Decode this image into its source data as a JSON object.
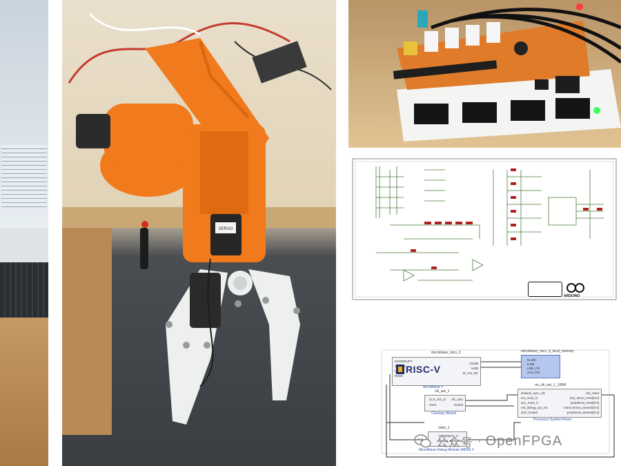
{
  "colors": {
    "arm_orange": "#f07a1c",
    "arm_white": "#eef0ef",
    "board_white": "#f4f4f2",
    "schematic_line": "#4a7a3a",
    "schematic_part": "#b02020",
    "block_blue": "#b6c7ef",
    "watermark_gray": "#8a8a8a"
  },
  "arm": {
    "servo_label": "SERVO"
  },
  "block_design": {
    "microblaze": {
      "instance": "microblaze_riscv_0",
      "subtitle": "MicroBlaze V",
      "logo_text": "RISC-V",
      "ports_left": [
        "INTERRUPT",
        "DEBUG",
        "Clk",
        "Reset"
      ],
      "ports_right": [
        "DLMB",
        "ILMB",
        "M_AXI_DP"
      ]
    },
    "local_memory": {
      "instance": "microblaze_riscv_0_local_memory",
      "ports": [
        "DLMB",
        "ILMB",
        "LMB_Clk",
        "SYS_Rst"
      ]
    },
    "clk_wiz": {
      "instance": "clk_wiz_1",
      "subtitle": "Clocking Wizard",
      "ports_left": [
        "CLK_IN1_D",
        "reset"
      ],
      "ports_right": [
        "clk_out1",
        "locked"
      ]
    },
    "rst": {
      "instance": "rst_clk_wiz_1_100M",
      "subtitle": "Processor System Reset",
      "ports_left": [
        "slowest_sync_clk",
        "ext_reset_in",
        "aux_reset_in",
        "mb_debug_sys_rst",
        "dcm_locked"
      ],
      "ports_right": [
        "mb_reset",
        "bus_struct_reset[0:0]",
        "peripheral_reset[0:0]",
        "interconnect_aresetn[0:0]",
        "peripheral_aresetn[0:0]"
      ]
    },
    "mdm": {
      "instance": "mdm_1",
      "subtitle": "MicroBlaze Debug Module (MDM) V",
      "port_left": "MBDEBUG_0",
      "port_right": "Debug_SYS_Rst"
    }
  },
  "schematic": {
    "badge_text": "ARDUINO"
  },
  "watermark": {
    "icon": "wechat-icon",
    "text": "公众号",
    "separator": "·",
    "brand": "OpenFPGA"
  }
}
